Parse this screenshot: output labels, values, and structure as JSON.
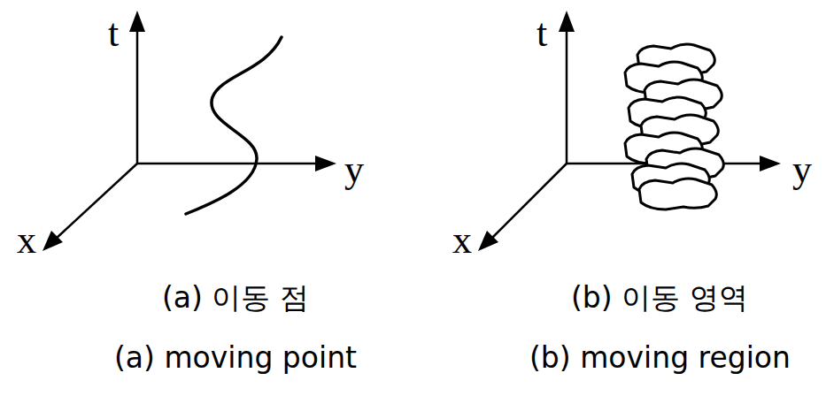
{
  "diagram": {
    "labels": [
      "t",
      "y",
      "x",
      "t",
      "y",
      "x",
      "(a) 이동 점",
      "(b) 이동 영역",
      "(a) moving point",
      "(b) moving region"
    ]
  }
}
